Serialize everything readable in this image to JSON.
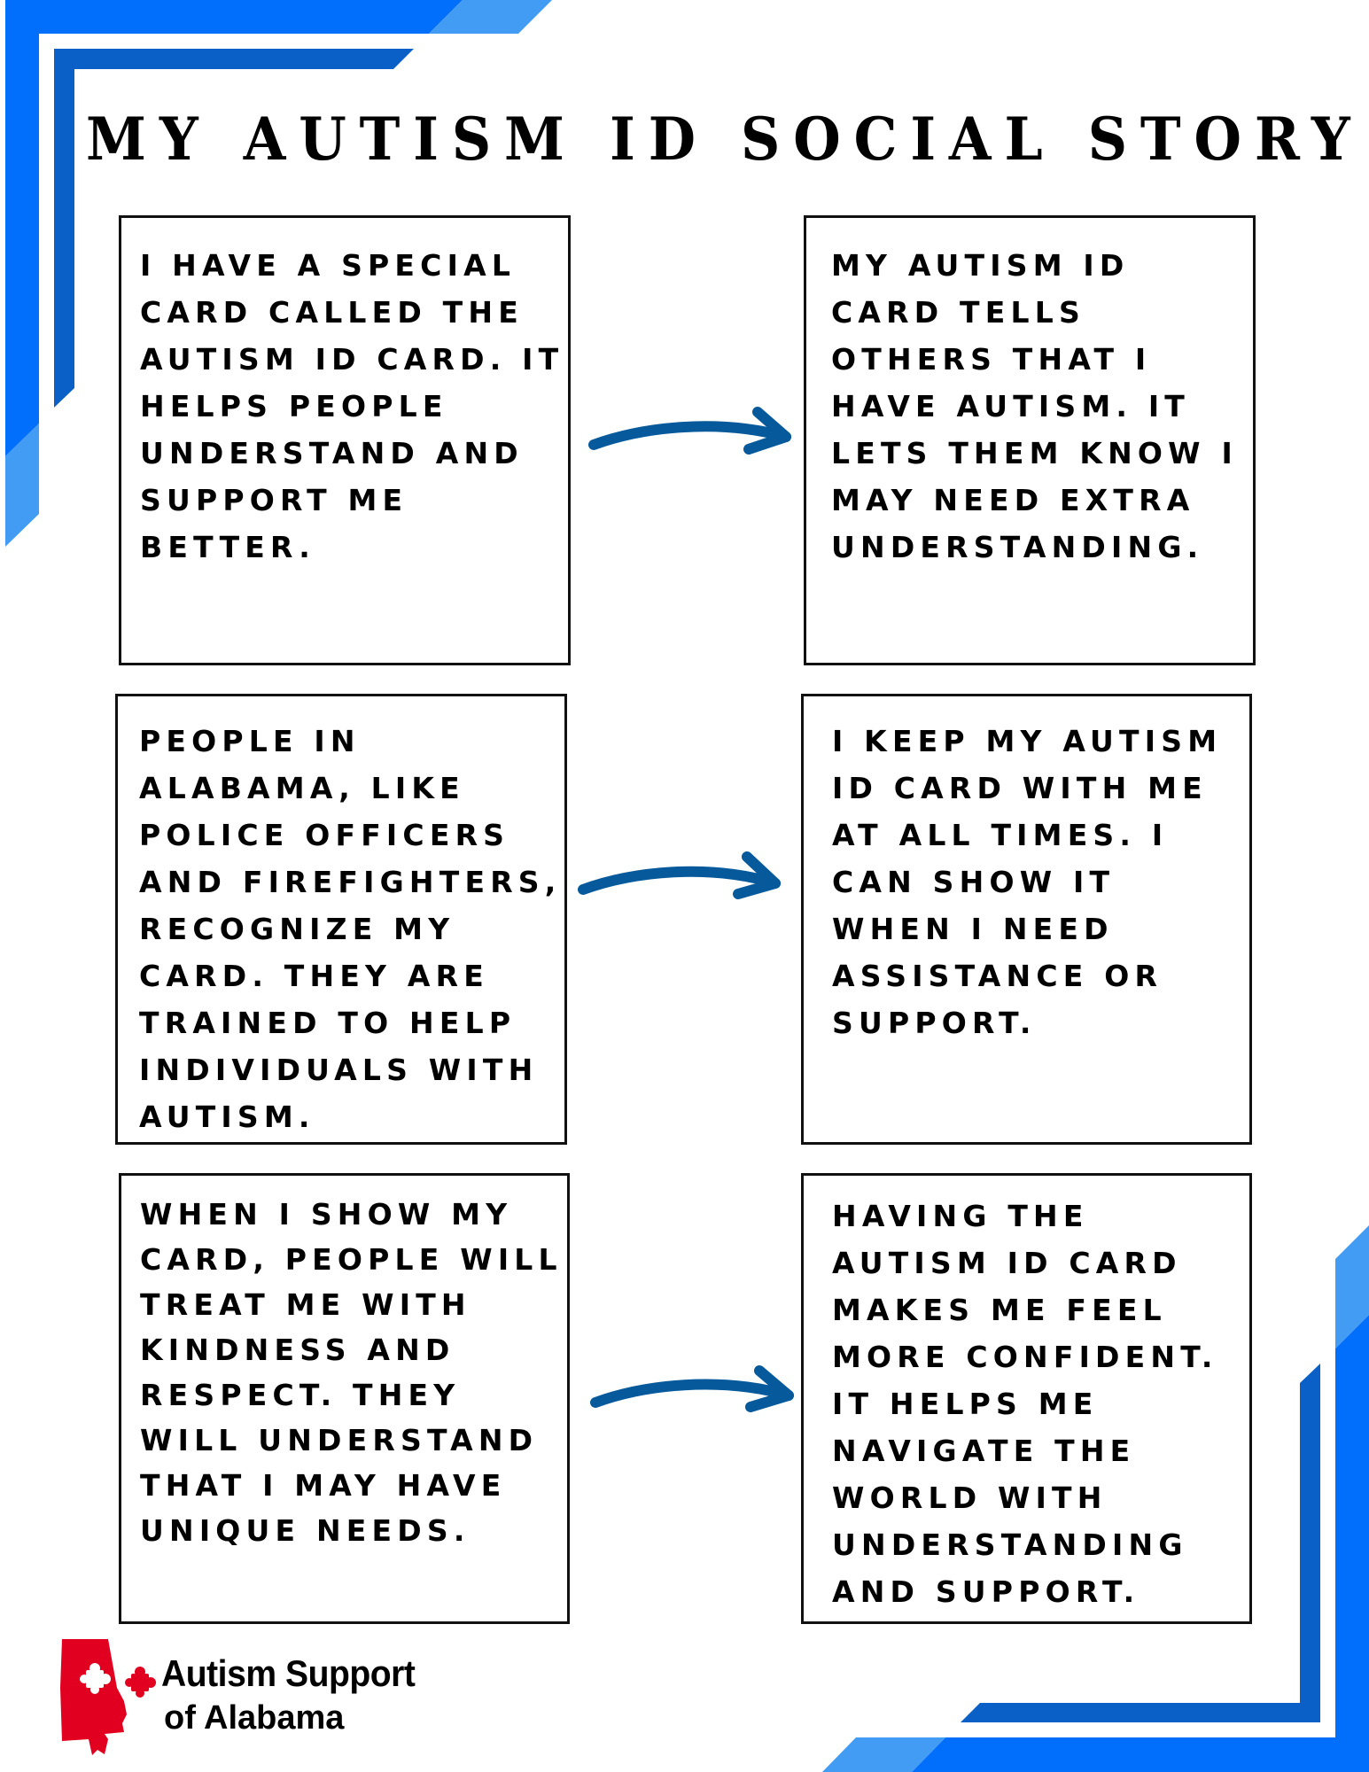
{
  "page": {
    "title": "MY AUTISM ID SOCIAL STORY"
  },
  "colors": {
    "frame_bright": "#026efc",
    "frame_light": "#429cf4",
    "frame_dark": "#0b60c8",
    "arrow": "#065a9c",
    "logo_red": "#e1001f",
    "text": "#000000",
    "card_border": "#111111"
  },
  "cards": [
    {
      "id": 1,
      "lines": [
        "I HAVE A SPECIAL",
        "CARD CALLED THE",
        "AUTISM ID CARD. IT",
        "HELPS PEOPLE",
        "UNDERSTAND AND",
        "SUPPORT ME",
        "BETTER."
      ]
    },
    {
      "id": 2,
      "lines": [
        "MY AUTISM ID",
        "CARD TELLS",
        "OTHERS THAT I",
        "HAVE AUTISM. IT",
        "LETS THEM KNOW I",
        "MAY NEED EXTRA",
        "UNDERSTANDING."
      ]
    },
    {
      "id": 3,
      "lines": [
        "PEOPLE IN",
        "ALABAMA, LIKE",
        "POLICE OFFICERS",
        "AND FIREFIGHTERS,",
        "RECOGNIZE MY",
        "CARD. THEY ARE",
        "TRAINED TO HELP",
        "INDIVIDUALS WITH",
        "AUTISM."
      ]
    },
    {
      "id": 4,
      "lines": [
        "I KEEP MY AUTISM",
        "ID CARD WITH ME",
        "AT ALL TIMES. I",
        "CAN SHOW IT",
        "WHEN I NEED",
        "ASSISTANCE OR",
        "SUPPORT."
      ]
    },
    {
      "id": 5,
      "lines": [
        "WHEN I SHOW MY",
        "CARD, PEOPLE WILL",
        "TREAT ME WITH",
        "KINDNESS AND",
        "RESPECT. THEY",
        "WILL UNDERSTAND",
        "THAT I MAY HAVE",
        "UNIQUE NEEDS."
      ]
    },
    {
      "id": 6,
      "lines": [
        "HAVING THE",
        "AUTISM ID CARD",
        "MAKES ME FEEL",
        "MORE CONFIDENT.",
        "IT HELPS ME",
        "NAVIGATE THE",
        "WORLD WITH",
        "UNDERSTANDING",
        "AND SUPPORT."
      ]
    }
  ],
  "arrows": [
    {
      "icon": "curved-arrow-right-icon",
      "from_card": 1,
      "to_card": 2
    },
    {
      "icon": "curved-arrow-right-icon",
      "from_card": 3,
      "to_card": 4
    },
    {
      "icon": "curved-arrow-right-icon",
      "from_card": 5,
      "to_card": 6
    }
  ],
  "logo": {
    "icon": "alabama-puzzle-map-icon",
    "line1": "Autism Support",
    "line2": "of Alabama"
  }
}
